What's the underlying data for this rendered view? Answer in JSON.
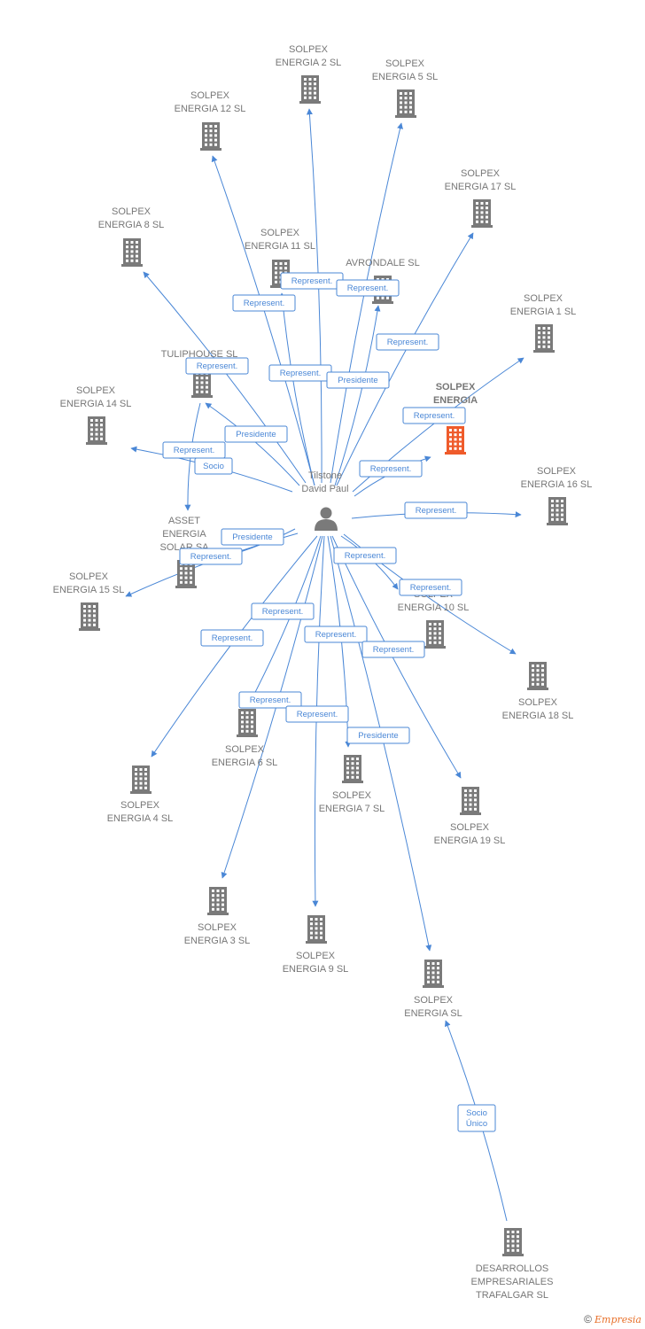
{
  "colors": {
    "edge": "#4a87d6",
    "building": "#7a7a7a",
    "highlight": "#ef5b2b",
    "person": "#7a7a7a"
  },
  "person": {
    "id": "tilstone",
    "label": [
      "Tilstone",
      "David Paul"
    ],
    "icon": "person-icon"
  },
  "companies": [
    {
      "id": "e2",
      "label": [
        "SOLPEX",
        "ENERGIA 2 SL"
      ]
    },
    {
      "id": "e5",
      "label": [
        "SOLPEX",
        "ENERGIA 5 SL"
      ]
    },
    {
      "id": "e12",
      "label": [
        "SOLPEX",
        "ENERGIA 12 SL"
      ]
    },
    {
      "id": "e17",
      "label": [
        "SOLPEX",
        "ENERGIA 17 SL"
      ]
    },
    {
      "id": "e8",
      "label": [
        "SOLPEX",
        "ENERGIA 8 SL"
      ]
    },
    {
      "id": "e11",
      "label": [
        "SOLPEX",
        "ENERGIA 11 SL"
      ]
    },
    {
      "id": "avr",
      "label": [
        "AVRONDALE SL"
      ]
    },
    {
      "id": "e1",
      "label": [
        "SOLPEX",
        "ENERGIA 1 SL"
      ]
    },
    {
      "id": "tul",
      "label": [
        "TULIPHOUSE SL"
      ]
    },
    {
      "id": "ehl",
      "label": [
        "SOLPEX",
        "ENERGIA"
      ],
      "highlight": true
    },
    {
      "id": "e14",
      "label": [
        "SOLPEX",
        "ENERGIA 14 SL"
      ]
    },
    {
      "id": "e16",
      "label": [
        "SOLPEX",
        "ENERGIA 16 SL"
      ]
    },
    {
      "id": "ase",
      "label": [
        "ASSET",
        "ENERGIA",
        "SOLAR SA"
      ]
    },
    {
      "id": "e15",
      "label": [
        "SOLPEX",
        "ENERGIA 15 SL"
      ]
    },
    {
      "id": "e10",
      "label": [
        "SOLPEX",
        "ENERGIA 10 SL"
      ]
    },
    {
      "id": "e18",
      "label": [
        "SOLPEX",
        "ENERGIA 18 SL"
      ]
    },
    {
      "id": "e6",
      "label": [
        "SOLPEX",
        "ENERGIA 6 SL"
      ]
    },
    {
      "id": "e4",
      "label": [
        "SOLPEX",
        "ENERGIA 4 SL"
      ]
    },
    {
      "id": "e7",
      "label": [
        "SOLPEX",
        "ENERGIA 7 SL"
      ]
    },
    {
      "id": "e19",
      "label": [
        "SOLPEX",
        "ENERGIA 19 SL"
      ]
    },
    {
      "id": "e3",
      "label": [
        "SOLPEX",
        "ENERGIA 3 SL"
      ]
    },
    {
      "id": "e9",
      "label": [
        "SOLPEX",
        "ENERGIA 9 SL"
      ]
    },
    {
      "id": "esl",
      "label": [
        "SOLPEX",
        "ENERGIA SL"
      ]
    },
    {
      "id": "dtr",
      "label": [
        "DESARROLLOS",
        "EMPRESARIALES",
        "TRAFALGAR SL"
      ]
    }
  ],
  "edges": [
    {
      "from": "tilstone",
      "to": "e2",
      "label": [
        "Represent."
      ]
    },
    {
      "from": "tilstone",
      "to": "e5",
      "label": [
        "Represent."
      ]
    },
    {
      "from": "tilstone",
      "to": "e12",
      "label": [
        "Represent."
      ]
    },
    {
      "from": "tilstone",
      "to": "e17",
      "label": [
        "Represent."
      ]
    },
    {
      "from": "tilstone",
      "to": "e8",
      "label": [
        "Represent."
      ]
    },
    {
      "from": "tilstone",
      "to": "e11",
      "label": [
        "Represent."
      ]
    },
    {
      "from": "tilstone",
      "to": "avr",
      "label": [
        "Presidente"
      ]
    },
    {
      "from": "tilstone",
      "to": "e1",
      "label": [
        "Represent."
      ]
    },
    {
      "from": "tilstone",
      "to": "tul",
      "label": [
        "Presidente"
      ]
    },
    {
      "from": "tilstone",
      "to": "ehl",
      "label": [
        "Represent."
      ]
    },
    {
      "from": "tilstone",
      "to": "e14",
      "label": [
        "Represent."
      ]
    },
    {
      "from": "tilstone",
      "to": "e16",
      "label": [
        "Represent."
      ]
    },
    {
      "from": "tul",
      "to": "ase",
      "label": [
        "Socio"
      ]
    },
    {
      "from": "tilstone",
      "to": "ase",
      "label": [
        "Presidente"
      ]
    },
    {
      "from": "tilstone",
      "to": "e15",
      "label": [
        "Represent."
      ]
    },
    {
      "from": "tilstone",
      "to": "e10",
      "label": [
        "Represent."
      ]
    },
    {
      "from": "tilstone",
      "to": "e18",
      "label": [
        "Represent."
      ]
    },
    {
      "from": "tilstone",
      "to": "e6",
      "label": [
        "Represent."
      ]
    },
    {
      "from": "tilstone",
      "to": "e4",
      "label": [
        "Represent."
      ]
    },
    {
      "from": "tilstone",
      "to": "e7",
      "label": [
        "Represent."
      ]
    },
    {
      "from": "tilstone",
      "to": "e19",
      "label": [
        "Represent."
      ]
    },
    {
      "from": "tilstone",
      "to": "e3",
      "label": [
        "Represent."
      ]
    },
    {
      "from": "tilstone",
      "to": "e9",
      "label": [
        "Represent."
      ]
    },
    {
      "from": "tilstone",
      "to": "esl",
      "label": [
        "Presidente"
      ]
    },
    {
      "from": "dtr",
      "to": "esl",
      "label": [
        "Socio",
        "Único"
      ]
    }
  ],
  "footer": {
    "copyright": "©",
    "brand": "Empresia"
  }
}
